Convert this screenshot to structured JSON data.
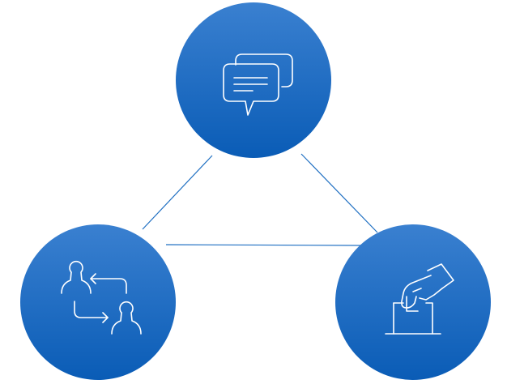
{
  "diagram": {
    "type": "triangle-network",
    "nodes": [
      {
        "id": "top",
        "icon": "chat-bubbles-icon"
      },
      {
        "id": "bottom-left",
        "icon": "people-exchange-icon"
      },
      {
        "id": "bottom-right",
        "icon": "hand-ballot-box-icon"
      }
    ],
    "edges": [
      {
        "from": "top",
        "to": "bottom-left"
      },
      {
        "from": "top",
        "to": "bottom-right"
      },
      {
        "from": "bottom-left",
        "to": "bottom-right"
      }
    ],
    "colors": {
      "node_top": "#3a80d0",
      "node_bottom": "#0a5cb6",
      "edge": "#1f6fc2",
      "icon": "#ffffff",
      "background": "#ffffff"
    }
  }
}
